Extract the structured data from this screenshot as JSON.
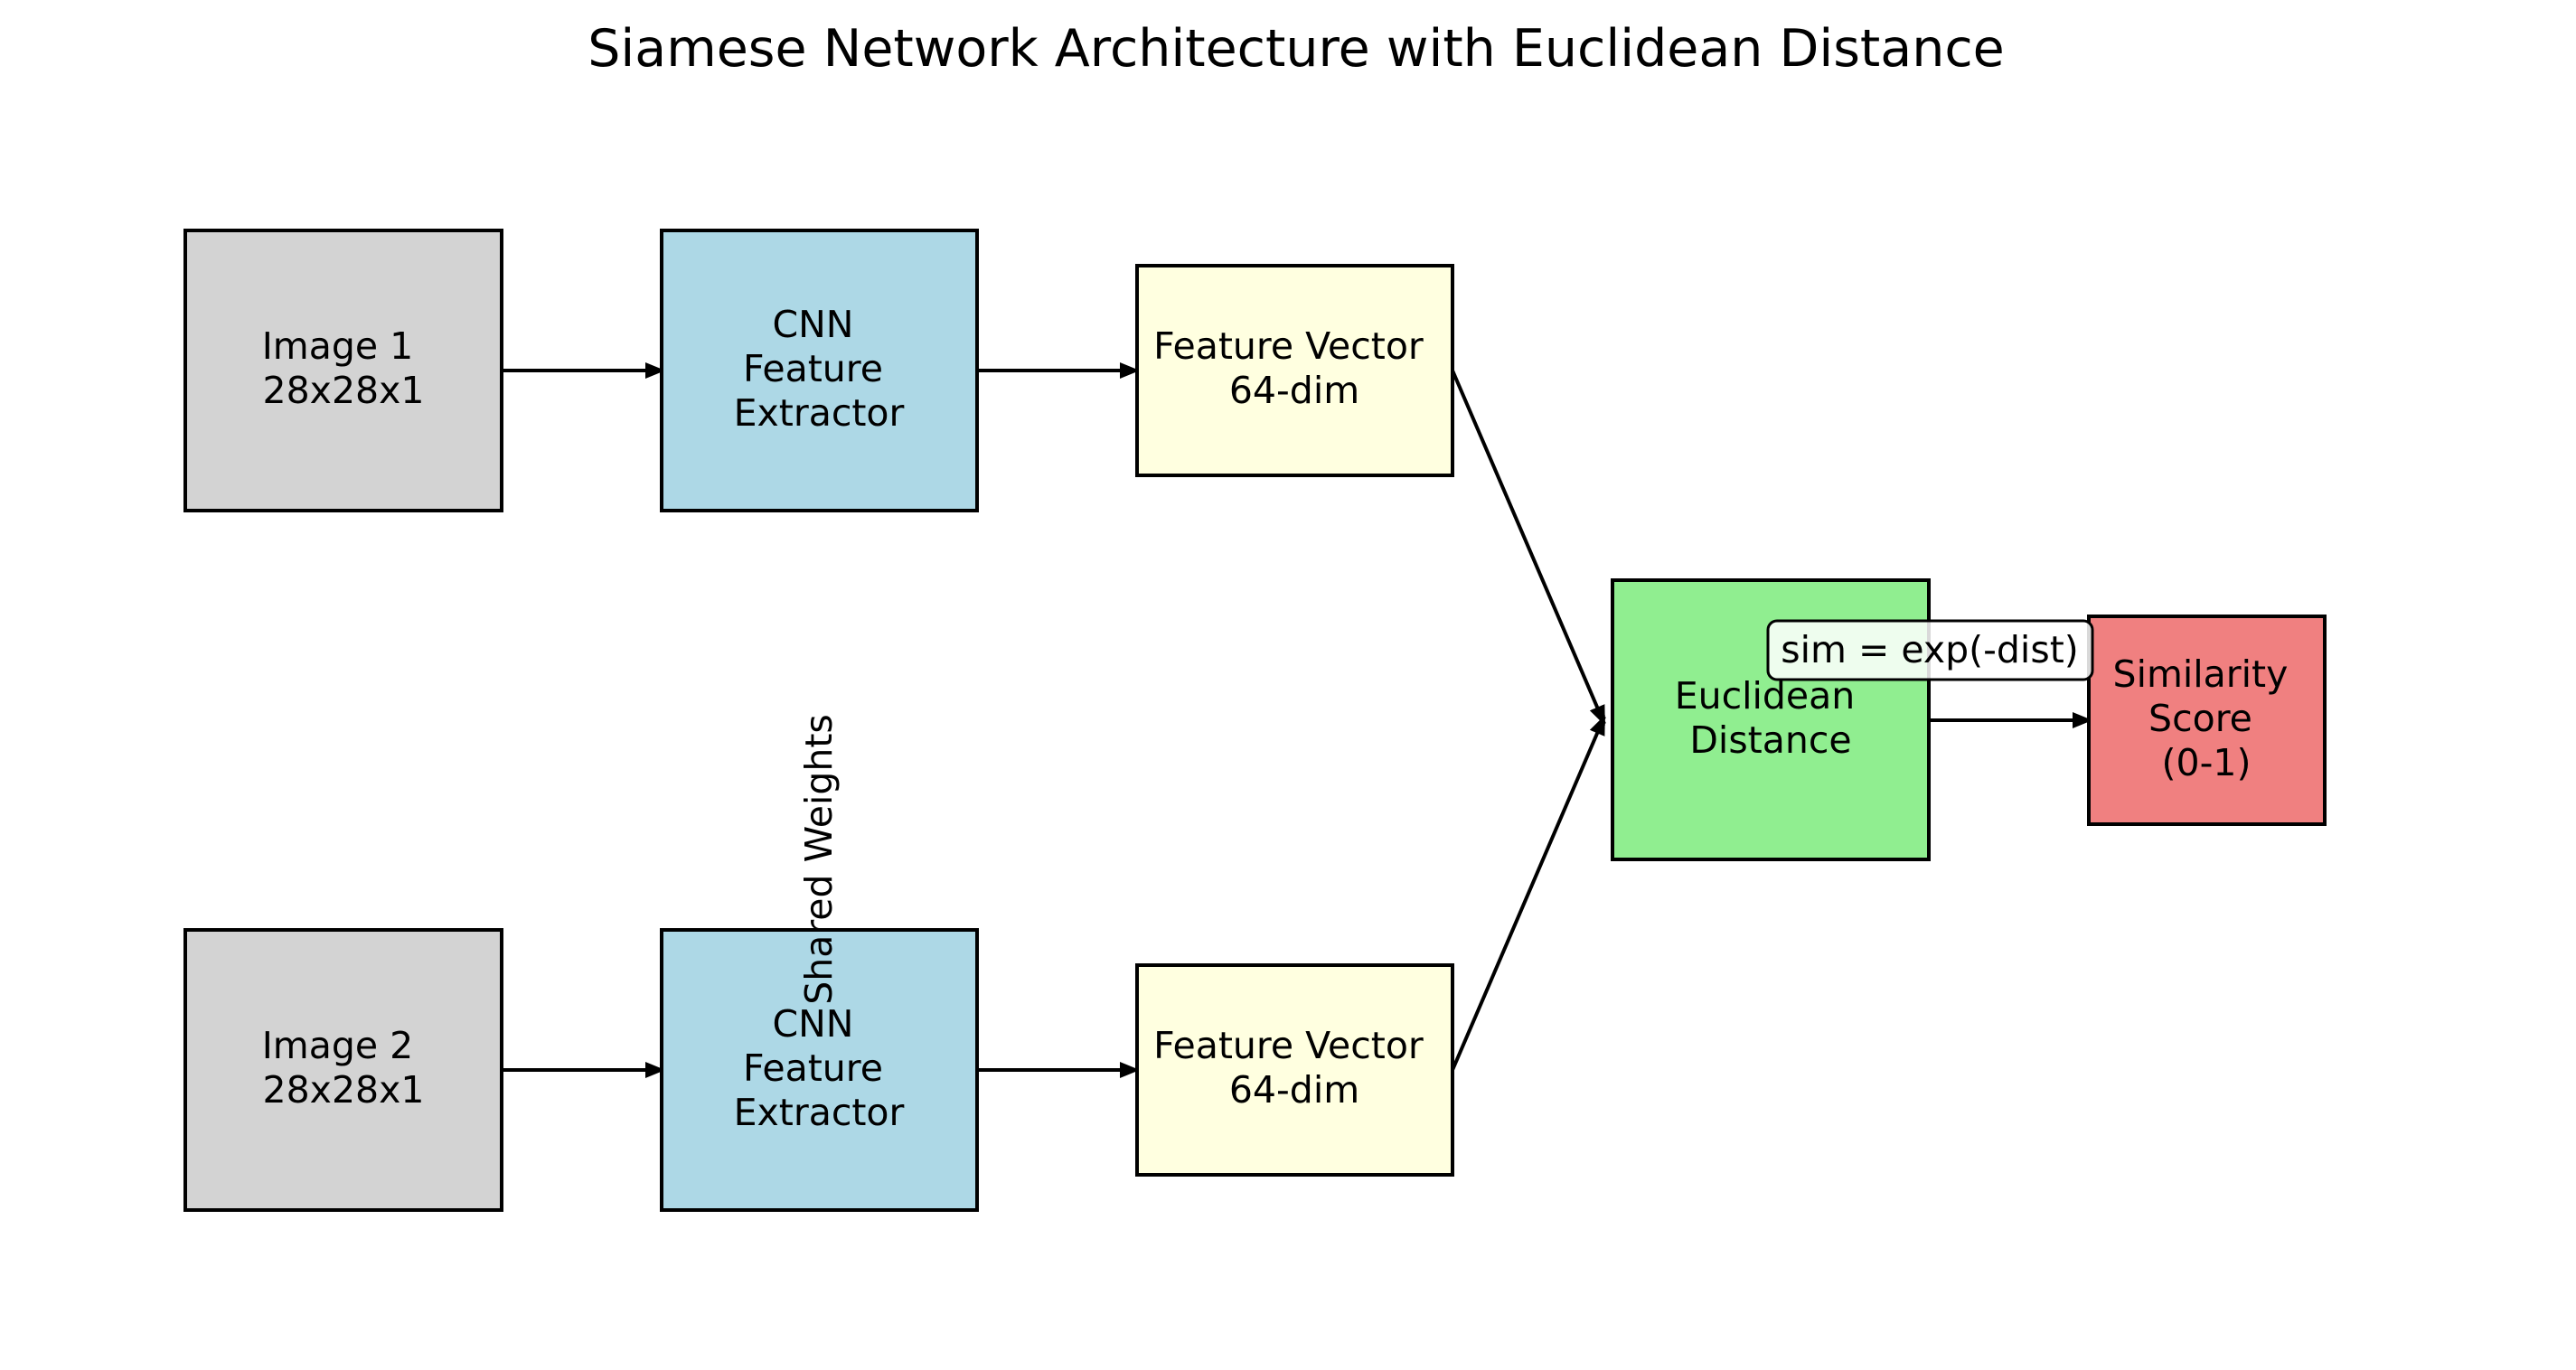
{
  "title": "Siamese Network Architecture with Euclidean Distance",
  "nodes": {
    "image1": {
      "lines": [
        "Image 1",
        "28x28x1"
      ],
      "color": "#d3d3d3"
    },
    "cnn1": {
      "lines": [
        "CNN",
        "Feature",
        "Extractor"
      ],
      "color": "#add8e6"
    },
    "feat1": {
      "lines": [
        "Feature Vector",
        "64-dim"
      ],
      "color": "#ffffe0"
    },
    "image2": {
      "lines": [
        "Image 2",
        "28x28x1"
      ],
      "color": "#d3d3d3"
    },
    "cnn2": {
      "lines": [
        "CNN",
        "Feature",
        "Extractor"
      ],
      "color": "#add8e6"
    },
    "feat2": {
      "lines": [
        "Feature Vector",
        "64-dim"
      ],
      "color": "#ffffe0"
    },
    "distance": {
      "lines": [
        "Euclidean",
        "Distance"
      ],
      "color": "#90ee90"
    },
    "score": {
      "lines": [
        "Similarity",
        "Score",
        "(0-1)"
      ],
      "color": "#f08080"
    }
  },
  "shared_weights_label": "Shared Weights",
  "formula_label": "sim = exp(-dist)"
}
